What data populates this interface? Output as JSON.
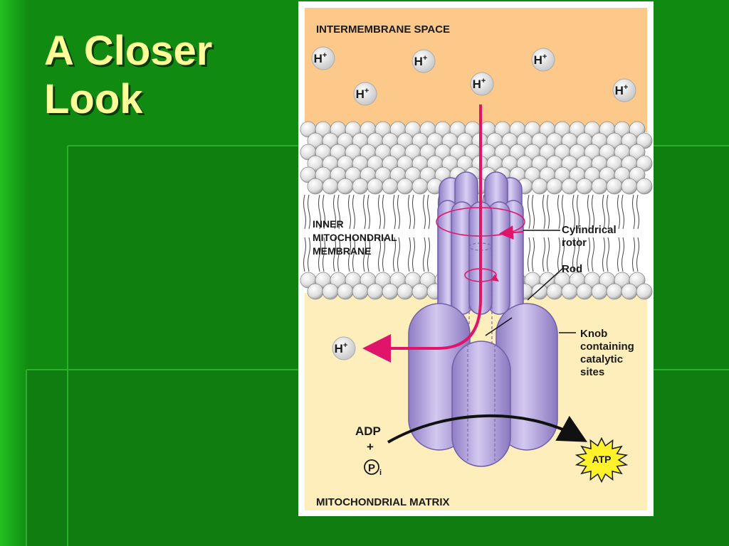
{
  "slide": {
    "title": "A Closer\nLook",
    "colors": {
      "background": "#128a12",
      "title_text": "#ffff99",
      "intermembrane": "#fcc98a",
      "matrix": "#fdeebc",
      "protein": "#b3a3dc",
      "proton_path": "#e0156a"
    }
  },
  "diagram": {
    "regions": {
      "intermembrane": "INTERMEMBRANE SPACE",
      "membrane": [
        "INNER",
        "MITOCHONDRIAL",
        "MEMBRANE"
      ],
      "matrix": "MITOCHONDRIAL MATRIX"
    },
    "protons": {
      "symbol": "H",
      "charge": "+",
      "count_intermembrane": 6,
      "count_matrix": 1
    },
    "callouts": {
      "rotor": [
        "Cylindrical",
        "rotor"
      ],
      "rod": [
        "Rod"
      ],
      "knob": [
        "Knob",
        "containing",
        "catalytic",
        "sites"
      ]
    },
    "reaction": {
      "adp": "ADP",
      "plus": "+",
      "phosphate": "P",
      "phosphate_sub": "i",
      "atp": "ATP"
    },
    "icons": [
      "proton-icon",
      "atp-burst-icon",
      "phosphate-icon"
    ]
  }
}
